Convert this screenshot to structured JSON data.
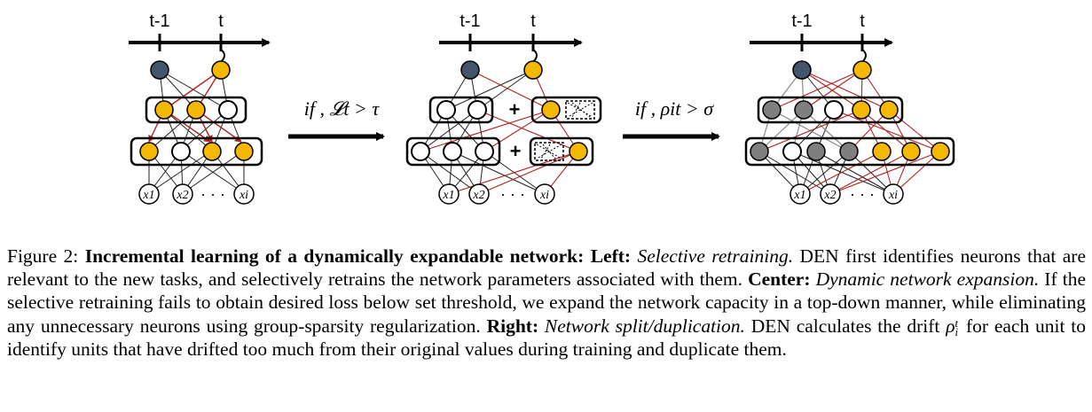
{
  "figure": {
    "time_labels": {
      "prev": "t-1",
      "cur": "t"
    },
    "input_labels": [
      "x1",
      "x2",
      "xi"
    ],
    "ellipsis": "· · ·",
    "plus": "+",
    "transition1": "if , 𝓛t > τ",
    "transition2": "if , ρit > σ"
  },
  "caption": {
    "prefix": "Figure 2: ",
    "bold_title": "Incremental learning of a dynamically expandable network: ",
    "left_label": "Left: ",
    "left_italic": "Selective retraining.",
    "left_text": " DEN first identifies neurons that are relevant to the new tasks, and selectively retrains the network parameters associated with them. ",
    "center_label": "Center: ",
    "center_italic": "Dynamic network expansion.",
    "center_text": " If the selective retraining fails to obtain desired loss below set threshold, we expand the network capacity in a top-down manner, while eliminating any unnecessary neurons using group-sparsity regularization. ",
    "right_label": "Right: ",
    "right_italic": "Network split/duplication.",
    "right_text_a": " DEN calculates the drift ",
    "rho": "ρ",
    "rho_sub": "i",
    "rho_sup": "t",
    "right_text_b": " for each unit to identify units that have drifted too much from their original values during training and duplicate them."
  },
  "colors": {
    "gold": "#F5B800",
    "dark": "#44546A",
    "gray": "#7F7F7F",
    "red": "#B22222"
  }
}
